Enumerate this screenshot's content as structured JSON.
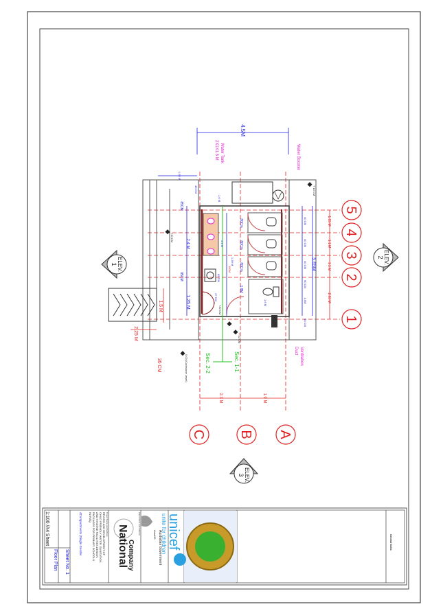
{
  "dimensions": {
    "overall_width": "4.5M",
    "left_offset": "1.95 M",
    "tank_gap": "1.6 M",
    "side_45": "45 CM",
    "counter_len": "2.4 M",
    "counter_2": "2.4 M",
    "left_85a": "85CM",
    "left_85b": "85CM",
    "entry": "1.25 M",
    "stall_80a": "80Cm",
    "stall_80b": "80Cm",
    "stall_80c": "80Cm",
    "wc_18": "1.8M",
    "small_136": "1.36 M",
    "small_85": "85 CM",
    "small_27": "27 CM",
    "small_100": "100M",
    "wc_inner": "1.6 M",
    "total_len": "5.65M",
    "r40a": "40 CM",
    "r40b": "40 CM",
    "r40c": "40 CM",
    "r60": "60 CM",
    "r16": "1.6M",
    "r50": "50 CM",
    "ramp_width": "1.5 M",
    "ramp_len": "2.25 M",
    "curb": "30 CM",
    "grid_ab": "1.9 M",
    "grid_bc": "2.3 M",
    "grid_54": "1.15 M",
    "grid_43": "1.1 M",
    "grid_32": "1.1 M",
    "grid_21": "2.00 M"
  },
  "levels": {
    "top_right": "+ 10 CM",
    "inner_left": "+30 CM",
    "inner_mid": "+30 CM",
    "outside": "+ 10 CM",
    "curbstone": "0.00 (Curbstone Level)"
  },
  "annotations": {
    "water_tank": "Water Tank",
    "water_tank_size": "2X1X1.5 M",
    "water_booster": "Water Booster",
    "ventilation": "Ventilation",
    "ventilation_2": "Duct",
    "section_1": "Sec. 1-1",
    "section_2": "Sec. 2-2"
  },
  "grid": {
    "rows": [
      "5",
      "4",
      "3",
      "2",
      "1"
    ],
    "cols": [
      "A",
      "B",
      "C"
    ]
  },
  "elevations": [
    {
      "label": "ELEV.",
      "num": "1"
    },
    {
      "label": "ELEV.",
      "num": "2"
    },
    {
      "label": "ELEV.",
      "num": "3"
    }
  ],
  "title_block": {
    "scale": "1:100 /A4 Sheet",
    "sheet_no": "Sheet No. 1",
    "drawing": "Floor Plan",
    "project_heading": "Project Name and Address",
    "project_text_1": "REVIEW AND DEVELOPMENT OF",
    "project_text_2": "CHILD FRIENDLY WATER ,SANITATION",
    "project_text_3": "AND HYGIENE FACILITIES DESIGN",
    "project_text_4": "PACKAGES FOR PRIMARY SCHOOLS",
    "project_text_5": "IN IRAQ.",
    "project_type": "4Compartments (Single Gender",
    "company_1": "Company",
    "company_2": "National",
    "owner_heading": "Client Name and Address",
    "aus_gov": "Australian Government",
    "aus_aid": "AusAID",
    "unicef": "unicef",
    "unicef_tag": "unite for children",
    "general_notes": "General Notes"
  },
  "colors": {
    "grid": "#e02020",
    "dims": "#1a1adf",
    "notes": "#e020d0",
    "section": "#20c020"
  }
}
